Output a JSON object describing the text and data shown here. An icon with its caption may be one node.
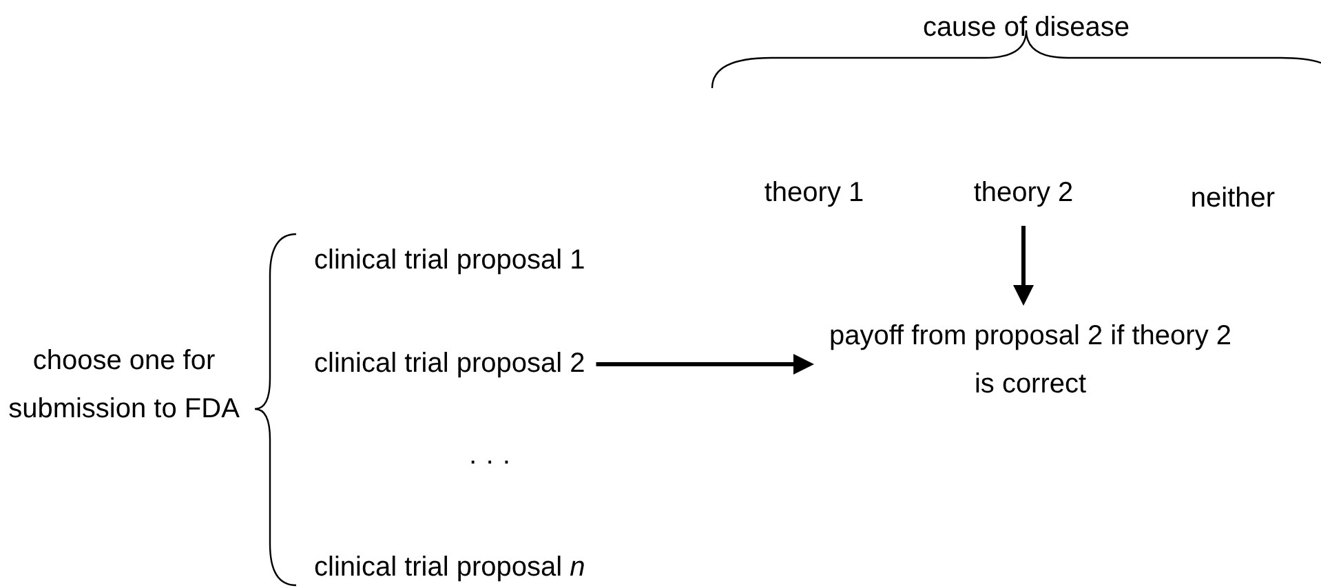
{
  "diagram": {
    "nodes": [
      {
        "text": [
          "choose one for submission to FDA"
        ]
      },
      {
        "text": [
          "clinical trial proposal 1"
        ]
      },
      {
        "text": [
          "clinical trial proposal 2"
        ]
      },
      {
        "text": [
          "clinical trial proposal *n*"
        ]
      },
      {
        "text": [
          "cause of disease"
        ]
      },
      {
        "text": [
          "theory 1"
        ]
      },
      {
        "text": [
          "theory 2"
        ]
      },
      {
        "text": [
          "neither"
        ]
      },
      {
        "text": [
          "payoff from proposal 2 if theory 2 is correct"
        ]
      }
    ],
    "edges": [
      {
        "from": 2,
        "to": 8,
        "arrow": "to"
      },
      {
        "from": 6,
        "to": 8,
        "arrow": "to"
      }
    ],
    "labels": [
      "· · ·"
    ]
  }
}
